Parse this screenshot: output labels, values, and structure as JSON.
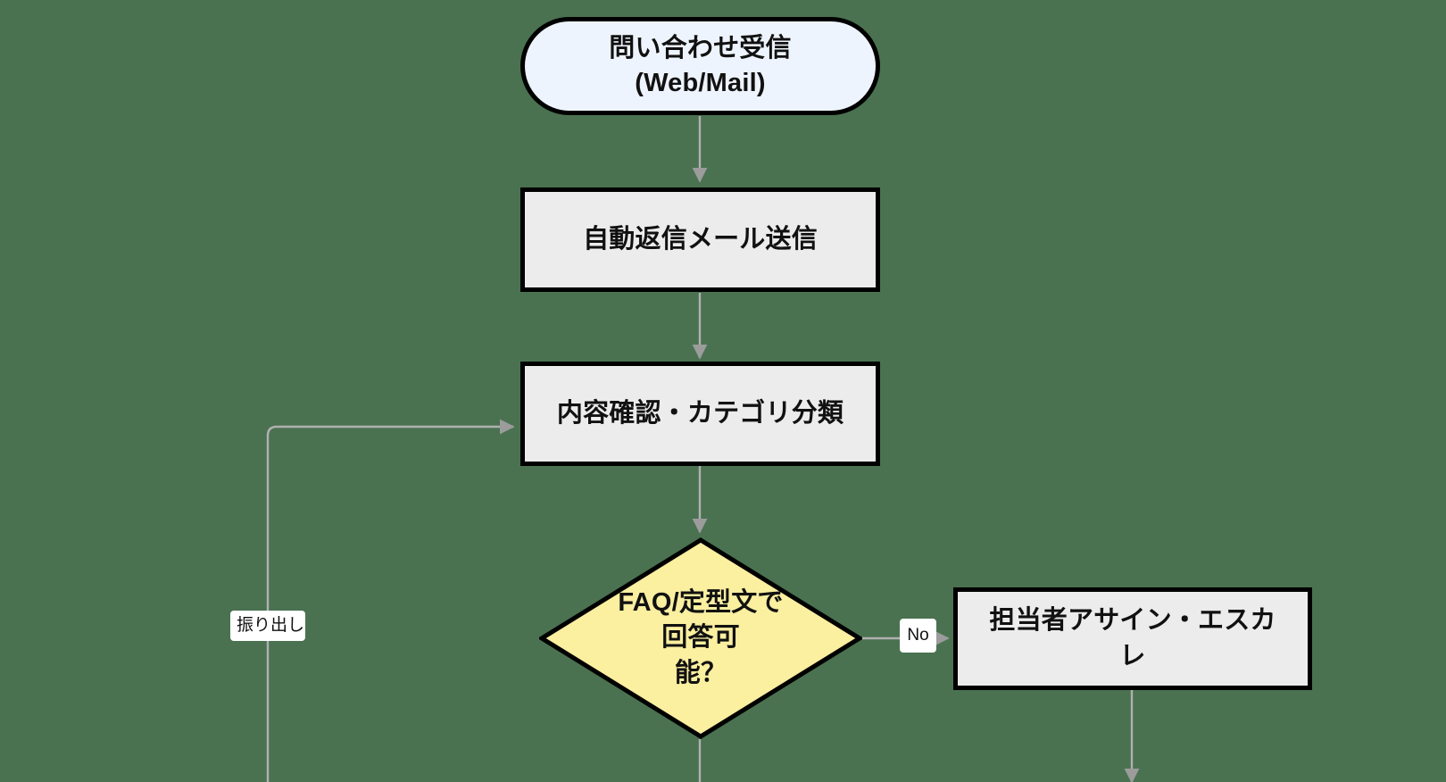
{
  "diagram": {
    "title": "問い合わせ対応フロー",
    "type": "flowchart",
    "direction": "top-down",
    "background_color": "#4a7251",
    "edge_color": "#b0b0b0",
    "border_color": "#000000"
  },
  "nodes": {
    "start": {
      "id": "start",
      "shape": "stadium",
      "line1": "問い合わせ受信",
      "line2": "(Web/Mail)",
      "fill": "#eef4fd"
    },
    "auto_reply": {
      "id": "auto_reply",
      "shape": "rectangle",
      "label": "自動返信メール送信",
      "fill": "#ececec"
    },
    "categorize": {
      "id": "categorize",
      "shape": "rectangle",
      "label": "内容確認・カテゴリ分類",
      "fill": "#ececec"
    },
    "decision_faq": {
      "id": "decision_faq",
      "shape": "diamond",
      "line1": "FAQ/定型文で回答可",
      "line2": "能？",
      "fill": "#fbefa0"
    },
    "assign": {
      "id": "assign",
      "shape": "rectangle",
      "line1": "担当者アサイン・エスカ",
      "line2": "レ",
      "fill": "#ececec"
    }
  },
  "edge_labels": {
    "loopback": "振り出し",
    "no_branch": "No"
  }
}
